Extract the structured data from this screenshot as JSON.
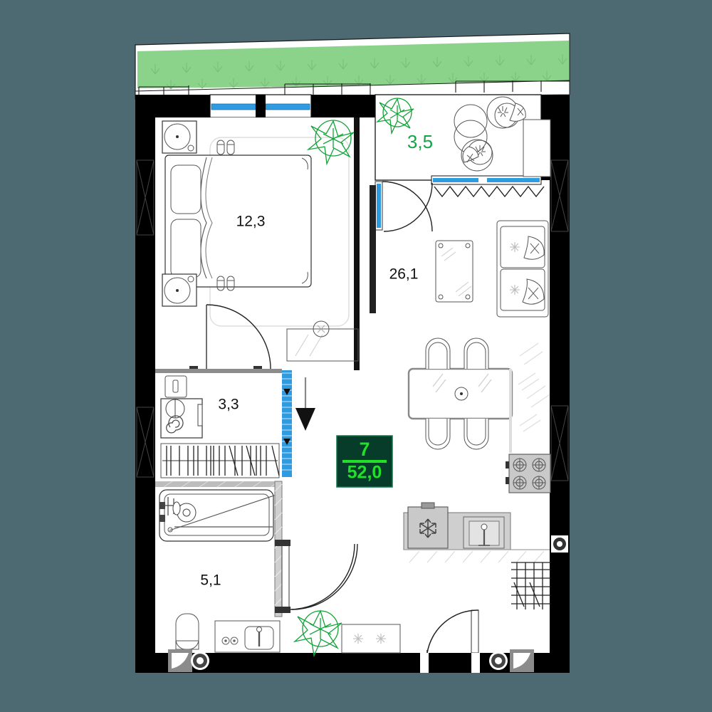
{
  "plan": {
    "title": "Apartment floor plan",
    "unit_badge": {
      "unit_number": "7",
      "total_area": "52,0"
    },
    "rooms": [
      {
        "name": "bedroom",
        "label": "12,3",
        "color": "#111111"
      },
      {
        "name": "living-room",
        "label": "26,1",
        "color": "#111111"
      },
      {
        "name": "balcony",
        "label": "3,5",
        "color": "#16a34a"
      },
      {
        "name": "hallway",
        "label": "3,3",
        "color": "#111111"
      },
      {
        "name": "bathroom",
        "label": "5,1",
        "color": "#111111"
      }
    ],
    "colors": {
      "background": "#4d6972",
      "wall": "#000000",
      "lawn": "#8bd28b",
      "badge_bg": "#073b2a",
      "badge_text": "#22e02a",
      "green_text": "#16a34a",
      "glazing": "#2f9be0"
    },
    "icons": {
      "north_arrow": "north-arrow-icon",
      "grass": "grass-icon",
      "plant": "plant-icon",
      "stove": "stove-icon",
      "fridge": "refrigerator-icon",
      "sink": "sink-icon",
      "washer": "washing-machine-icon",
      "bathtub": "bathtub-icon",
      "toilet": "toilet-icon",
      "bed": "bed-icon",
      "sofa": "sofa-icon",
      "dining_table": "dining-table-icon",
      "armchair": "armchair-icon",
      "vent": "ventilation-icon"
    }
  }
}
